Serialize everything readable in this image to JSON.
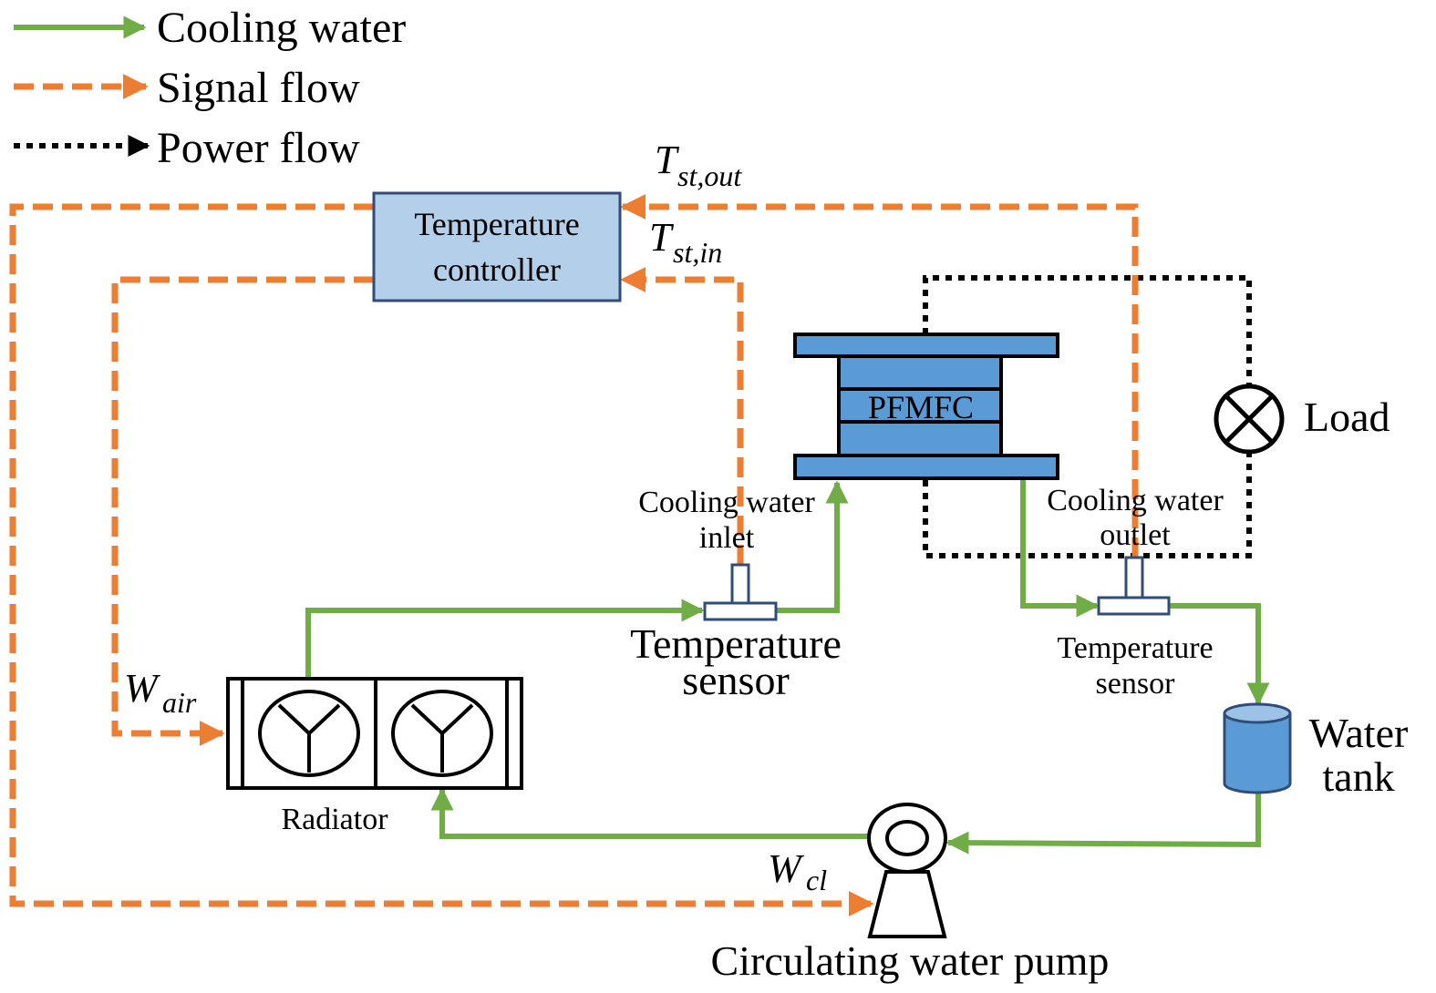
{
  "colors": {
    "cooling": "#70ad47",
    "signal": "#ed7d31",
    "power": "#000000",
    "box_fill": "#b4cfe9",
    "box_stroke": "#2f4c7a",
    "stack_fill": "#5b9bd5",
    "sensor_stroke": "#2f4c7a"
  },
  "legend": {
    "cooling_water": "Cooling water",
    "signal_flow": "Signal flow",
    "power_flow": "Power flow"
  },
  "controller": {
    "line1": "Temperature",
    "line2": "controller"
  },
  "stack": {
    "label": "PFMFC"
  },
  "load": {
    "label": "Load"
  },
  "inlet": {
    "line1": "Cooling water",
    "line2": "inlet"
  },
  "outlet": {
    "line1": "Cooling water",
    "line2": "outlet"
  },
  "sensor_left": {
    "line1": "Temperature",
    "line2": "sensor"
  },
  "sensor_right": {
    "line1": "Temperature",
    "line2": "sensor"
  },
  "tank": {
    "line1": "Water",
    "line2": "tank"
  },
  "radiator": {
    "label": "Radiator"
  },
  "pump": {
    "label": "Circulating water pump"
  },
  "signals": {
    "t_out": {
      "main": "T",
      "sub": "st,out"
    },
    "t_in": {
      "main": "T",
      "sub": "st,in"
    },
    "w_air": {
      "main": "W",
      "sub": "air"
    },
    "w_cl": {
      "main": "W",
      "sub": "cl"
    }
  }
}
